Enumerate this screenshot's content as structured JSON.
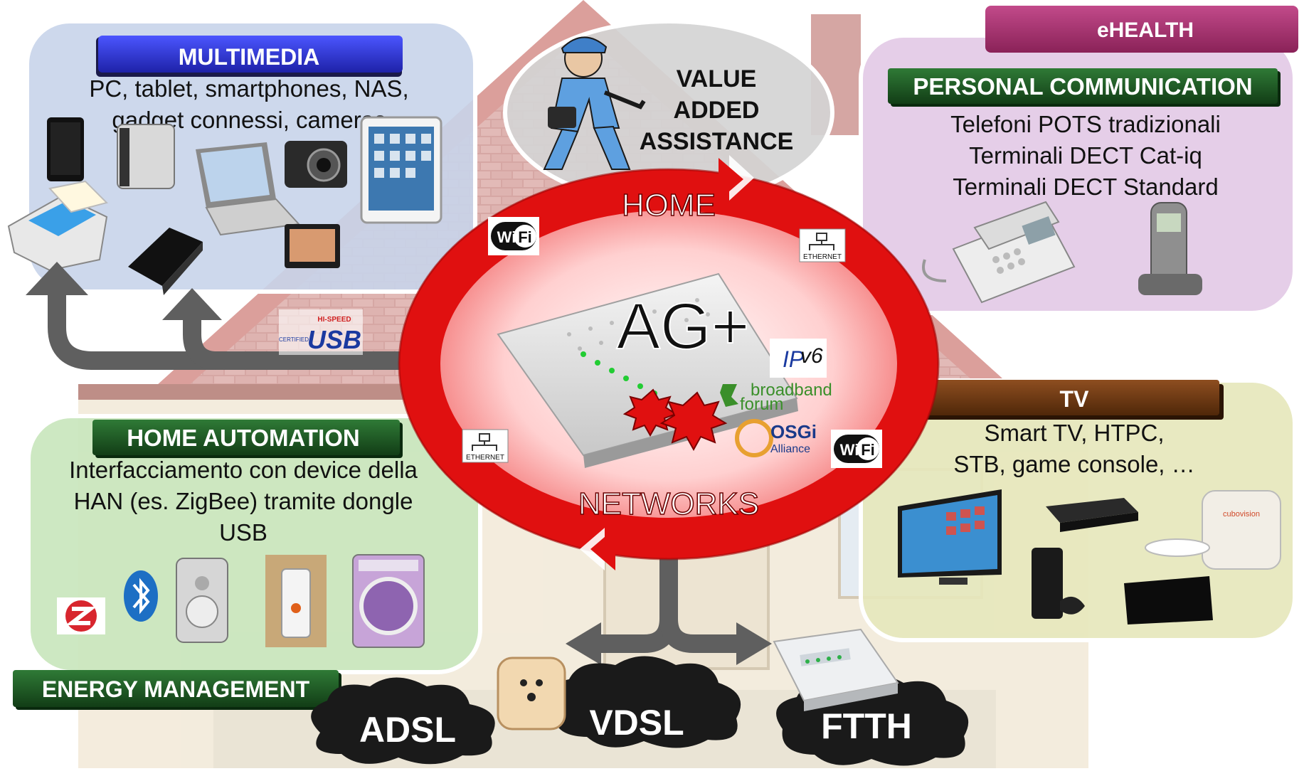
{
  "multimedia": {
    "title": "MULTIMEDIA",
    "line1": "PC, tablet, smartphones, NAS,",
    "line2": "gadget connessi, cameras"
  },
  "value_added": {
    "line1": "VALUE",
    "line2": "ADDED",
    "line3": "ASSISTANCE"
  },
  "ehealth": {
    "title": "eHEALTH"
  },
  "personal_communication": {
    "title": "PERSONAL COMMUNICATION",
    "line1": "Telefoni POTS tradizionali",
    "line2": "Terminali DECT Cat-iq",
    "line3": "Terminali  DECT Standard"
  },
  "home_automation": {
    "title": "HOME AUTOMATION",
    "line1": "Interfacciamento con device della",
    "line2": "HAN (es. ZigBee) tramite dongle",
    "line3": "USB"
  },
  "energy_management": {
    "title": "ENERGY MANAGEMENT"
  },
  "tv": {
    "title": "TV",
    "line1": "Smart TV, HTPC,",
    "line2": "STB, game console, …"
  },
  "center": {
    "product": "AG+",
    "home_label": "HOME",
    "networks_label": "NETWORKS"
  },
  "badges": {
    "wifi_w": "Wi",
    "wifi_f": "Fi",
    "ethernet": "ETHERNET",
    "usb_top": "HI-SPEED",
    "usb_certified": "CERTIFIED",
    "usb": "USB",
    "ipv6_ip": "IP",
    "ipv6_v": "v6",
    "broadband_1": "broadband",
    "broadband_2": "forum",
    "osgi_1": "OSGi",
    "osgi_2": "Alliance",
    "tv_brand": "cubovision"
  },
  "networks": {
    "adsl": "ADSL",
    "vdsl": "VDSL",
    "ftth": "FTTH"
  },
  "colors": {
    "multimedia_header": "#3a3fd6",
    "ehealth_header": "#a8336f",
    "green_header": "#1e5a24",
    "tv_header": "#6e3a14",
    "ring_red": "#e01010",
    "cloud": "#1a1a1a",
    "arrow_gray": "#5f5f5f"
  }
}
